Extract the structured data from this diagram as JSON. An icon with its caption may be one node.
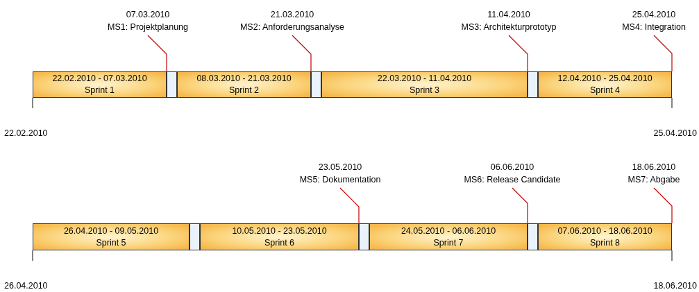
{
  "diagram": {
    "nodes": [
      {
        "text": [
          "07.03.2010",
          "MS1: Projektplanung"
        ]
      },
      {
        "text": [
          "21.03.2010",
          "MS2: Anforderungsanalyse"
        ]
      },
      {
        "text": [
          "11.04.2010",
          "MS3: Architekturprototyp"
        ]
      },
      {
        "text": [
          "25.04.2010",
          "MS4: Integration"
        ]
      },
      {
        "text": [
          "22.02.2010 - 07.03.2010",
          "Sprint 1"
        ]
      },
      {
        "text": [],
        "shape": "box"
      },
      {
        "text": [
          "08.03.2010 - 21.03.2010",
          "Sprint 2"
        ]
      },
      {
        "text": [],
        "shape": "box"
      },
      {
        "text": [
          "22.03.2010 - 11.04.2010",
          "Sprint 3"
        ]
      },
      {
        "text": [],
        "shape": "box"
      },
      {
        "text": [
          "12.04.2010 - 25.04.2010",
          "Sprint 4"
        ]
      },
      {
        "text": [
          "23.05.2010",
          "MS5: Dokumentation"
        ]
      },
      {
        "text": [
          "06.06.2010",
          "MS6: Release Candidate"
        ]
      },
      {
        "text": [
          "18.06.2010",
          "MS7: Abgabe"
        ]
      },
      {
        "text": [
          "26.04.2010 - 09.05.2010",
          "Sprint 5"
        ]
      },
      {
        "text": [],
        "shape": "box"
      },
      {
        "text": [
          "10.05.2010 - 23.05.2010",
          "Sprint 6"
        ]
      },
      {
        "text": [],
        "shape": "box"
      },
      {
        "text": [
          "24.05.2010 - 06.06.2010",
          "Sprint 7"
        ]
      },
      {
        "text": [],
        "shape": "box"
      },
      {
        "text": [
          "07.06.2010 - 18.06.2010",
          "Sprint 8"
        ]
      }
    ],
    "edges": [
      {
        "from": 0,
        "to": 5,
        "arrow": "none"
      },
      {
        "from": 1,
        "to": 7,
        "arrow": "none"
      },
      {
        "from": 2,
        "to": 9,
        "arrow": "none"
      },
      {
        "from": 3,
        "to": 10,
        "arrow": "none"
      },
      {
        "from": 11,
        "to": 17,
        "arrow": "none"
      },
      {
        "from": 12,
        "to": 19,
        "arrow": "none"
      },
      {
        "from": 13,
        "to": 20,
        "arrow": "none"
      }
    ],
    "labels": [
      "22.02.2010",
      "25.04.2010",
      "26.04.2010",
      "18.06.2010"
    ]
  }
}
